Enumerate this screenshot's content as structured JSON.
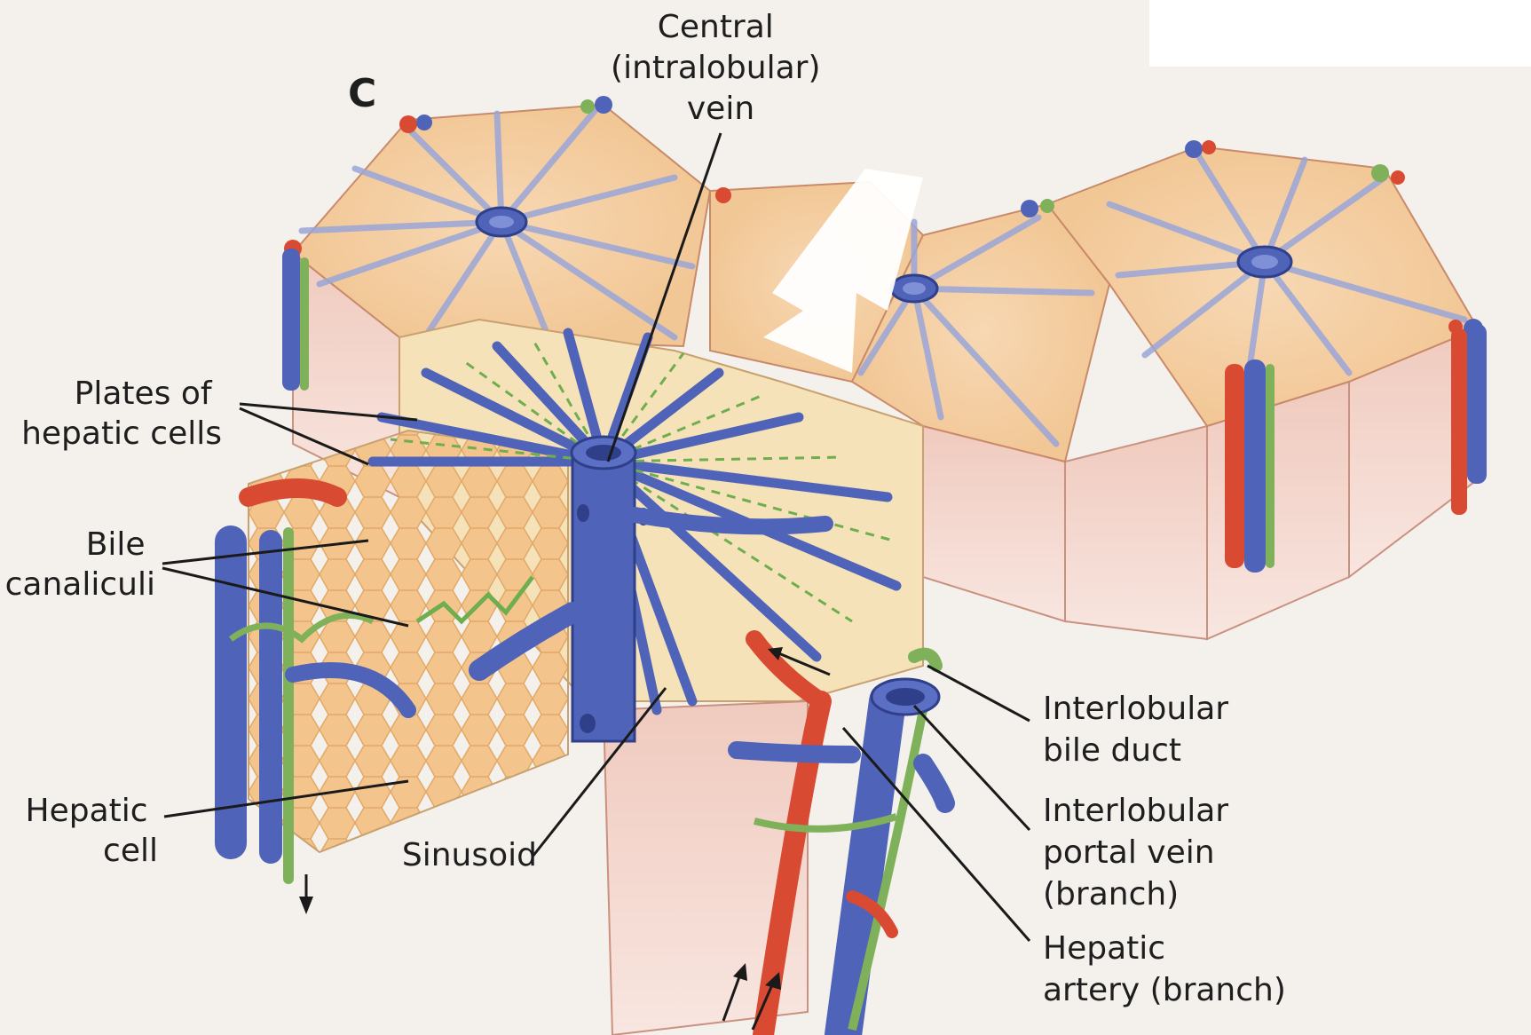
{
  "panel_letter": "C",
  "labels": {
    "central_vein": [
      "Central",
      "(intralobular)",
      "vein"
    ],
    "plates": [
      "Plates of",
      "hepatic cells"
    ],
    "bile_canaliculi": [
      "Bile",
      "canaliculi"
    ],
    "hepatic_cell": [
      "Hepatic",
      "cell"
    ],
    "sinusoid": "Sinusoid",
    "interlobular_bile_duct": [
      "Interlobular",
      "bile duct"
    ],
    "interlobular_portal_vein": [
      "Interlobular",
      "portal vein",
      "(branch)"
    ],
    "hepatic_artery": [
      "Hepatic",
      "artery (branch)"
    ]
  },
  "colors": {
    "vein": "#4f63b8",
    "artery": "#d94a32",
    "bile_duct": "#7fb15a",
    "lobule_top": "#f3cfa6",
    "lobule_side": "#f2d4cc",
    "cut_face": "#f6d7a3",
    "background": "#f4f1ec"
  }
}
